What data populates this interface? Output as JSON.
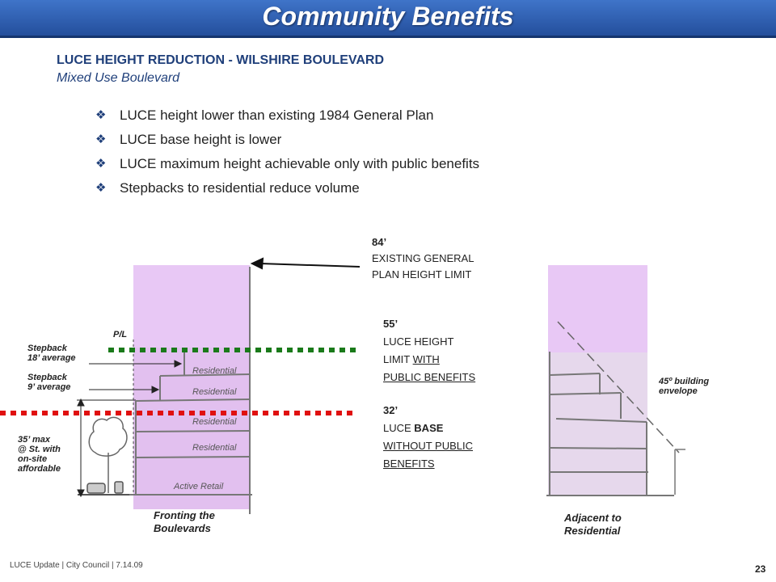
{
  "header": {
    "title": "Community Benefits"
  },
  "section": {
    "heading": "LUCE HEIGHT REDUCTION - WILSHIRE BOULEVARD",
    "subheading": "Mixed Use Boulevard"
  },
  "bullets": [
    "LUCE height lower than existing 1984 General Plan",
    "LUCE base height is lower",
    "LUCE maximum height achievable only with public benefits",
    "Stepbacks to residential reduce volume"
  ],
  "labels": {
    "h84": {
      "value": "84’",
      "line1": "EXISTING GENERAL",
      "line2": "PLAN HEIGHT LIMIT"
    },
    "h55": {
      "value": "55’",
      "line1": "LUCE HEIGHT",
      "line2a": "LIMIT ",
      "line2b": "WITH",
      "line3": "PUBLIC BENEFITS"
    },
    "h32": {
      "value": "32’",
      "line1a": "LUCE ",
      "line1b": "BASE",
      "line2": "WITHOUT PUBLIC",
      "line3": "BENEFITS"
    }
  },
  "diagram_left": {
    "pl": "P/L",
    "stepback1_l1": "Stepback",
    "stepback1_l2": "18’ average",
    "stepback2_l1": "Stepback",
    "stepback2_l2": "9’ average",
    "max_l1": "35’ max",
    "max_l2": "@ St. with",
    "max_l3": "on-site",
    "max_l4": "affordable",
    "floors": [
      "Residential",
      "Residential",
      "Residential",
      "Residential",
      "Active Retail"
    ],
    "caption_l1": "Fronting the",
    "caption_l2": "Boulevards"
  },
  "diagram_right": {
    "envelope_l1": "45º building",
    "envelope_l2": "envelope",
    "caption_l1": "Adjacent to",
    "caption_l2": "Residential"
  },
  "colors": {
    "envelope": "#e8c8f5",
    "base": "#e6d8ec",
    "green_line": "#1a7a1a",
    "red_line": "#e01010",
    "brand": "#1f3f7a"
  },
  "footer": {
    "text": "LUCE Update | City Council | 7.14.09",
    "page": "23"
  }
}
